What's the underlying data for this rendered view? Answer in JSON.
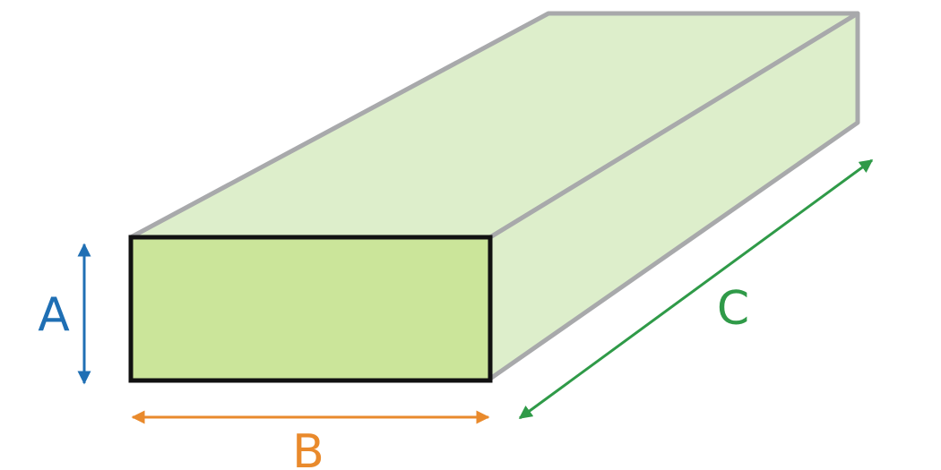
{
  "labels": {
    "a": "A",
    "b": "B",
    "c": "C"
  },
  "colors": {
    "top_face": "#ddeecb",
    "side_face": "#ddeecb",
    "front_face": "#cbe59a",
    "edge": "#a8a9ab",
    "front_outline": "#111111",
    "dim_a": "#1f6fb4",
    "dim_b": "#e98a2c",
    "dim_c": "#2f9a48"
  }
}
